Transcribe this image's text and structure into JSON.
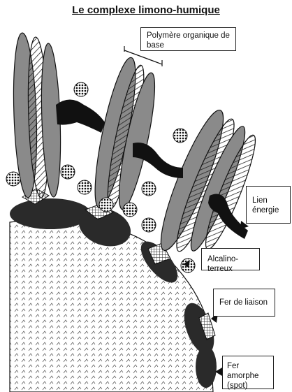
{
  "title": "Le complexe limono-humique",
  "labels": {
    "polymere": "Polymère organique de base",
    "lien": "Lien énergie",
    "alcalino": "Alcalino-terreux",
    "fer_liaison": "Fer de liaison",
    "fer_amorphe_line1": "Fer amorphe",
    "fer_amorphe_line2": "(spot)"
  },
  "colors": {
    "ink": "#111111",
    "gray_fill": "#8a8a8a",
    "dark_fill": "#2a2a2a"
  }
}
